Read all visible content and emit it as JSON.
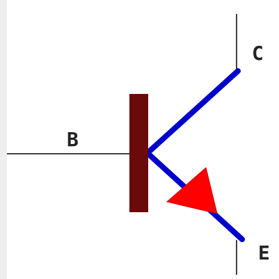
{
  "diagram": {
    "labels": {
      "base": "B",
      "collector": "C",
      "emitter": "E"
    },
    "colors": {
      "wire": "#000000",
      "base_bar": "#6b0a0a",
      "leads": "#0000cc",
      "arrow": "#ff0000",
      "background": "#ffffff",
      "left_strip": "#eeeeee"
    }
  }
}
